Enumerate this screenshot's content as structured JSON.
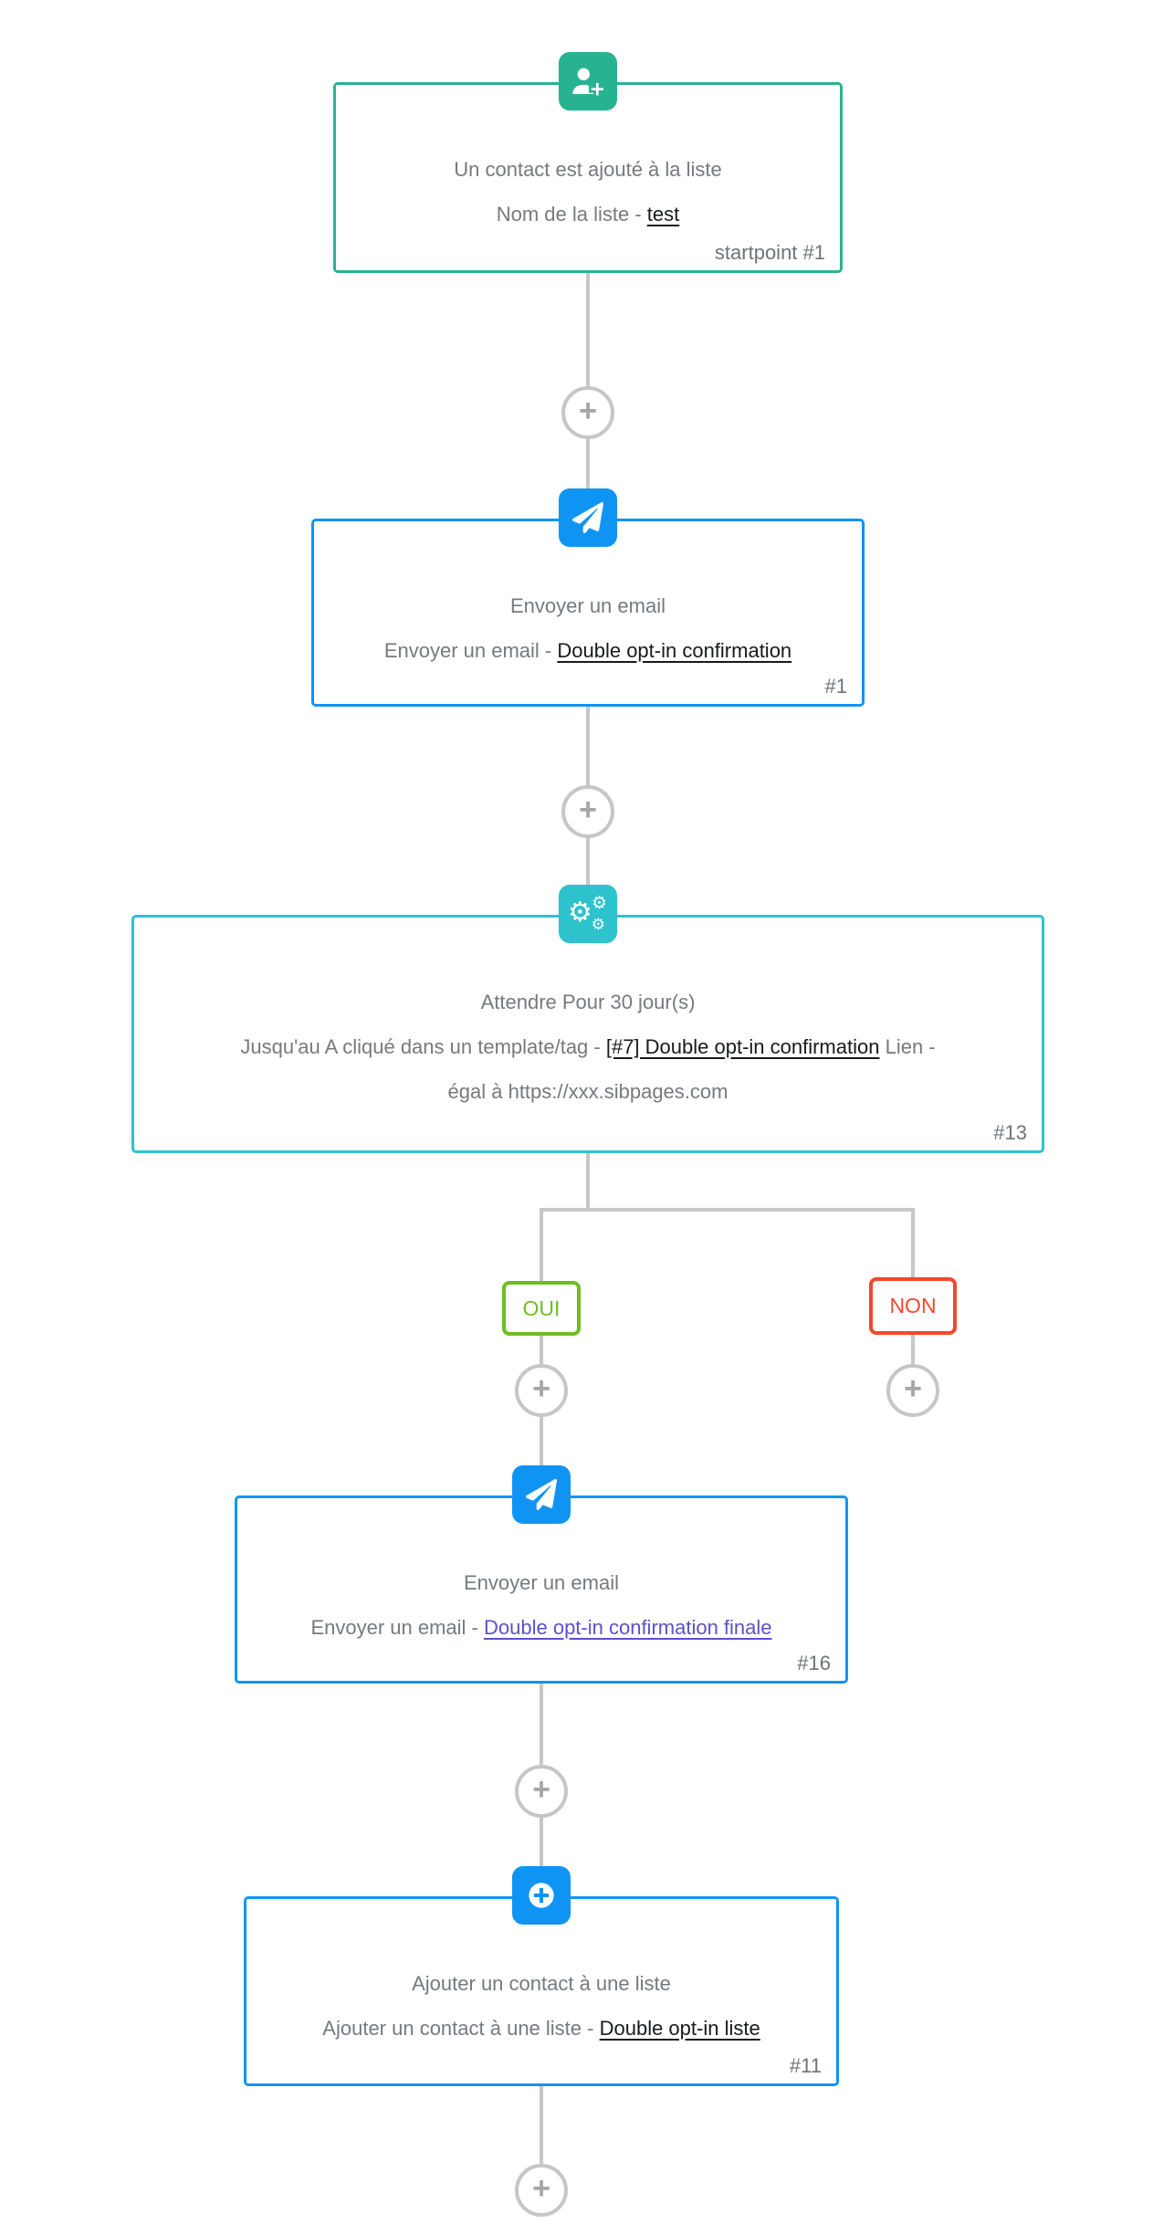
{
  "canvas": {
    "background": "#ffffff",
    "connector_color": "#c6c7c8",
    "plus_symbol": "+"
  },
  "workflow": {
    "nodes": [
      {
        "id": "startpoint-1",
        "kind": "trigger-contact-added",
        "icon": "user-plus-icon",
        "accent": "#27b392",
        "title": "Un contact est ajouté à la liste",
        "detail_prefix": "Nom de la liste - ",
        "detail_link": "test",
        "badge": "startpoint #1"
      },
      {
        "id": "email-1",
        "kind": "send-email",
        "icon": "paper-plane-icon",
        "accent": "#1094f4",
        "title": "Envoyer un email",
        "detail_prefix": "Envoyer un email - ",
        "detail_link": "Double opt-in confirmation",
        "badge": "#1"
      },
      {
        "id": "wait-13",
        "kind": "wait-until",
        "icon": "cogs-icon",
        "accent": "#2cc3cd",
        "title": "Attendre Pour 30 jour(s)",
        "detail_prefix": "Jusqu'au A cliqué dans un template/tag - ",
        "detail_link": "[#7] Double opt-in confirmation",
        "detail_suffix": " Lien -",
        "detail_line2": "égal à https://xxx.sibpages.com",
        "badge": "#13"
      },
      {
        "id": "email-16",
        "kind": "send-email",
        "icon": "paper-plane-icon",
        "accent": "#1094f4",
        "title": "Envoyer un email",
        "detail_prefix": "Envoyer un email - ",
        "detail_link": "Double opt-in confirmation finale",
        "link_color": "#5a52c9",
        "badge": "#16"
      },
      {
        "id": "addlist-11",
        "kind": "add-contact-to-list",
        "icon": "plus-circle-icon",
        "accent": "#1094f4",
        "title": "Ajouter un contact à une liste",
        "detail_prefix": "Ajouter un contact à une liste - ",
        "detail_link": "Double opt-in liste",
        "badge": "#11"
      }
    ],
    "branch": {
      "yes_label": "OUI",
      "yes_color": "#6cbe23",
      "no_label": "NON",
      "no_color": "#f3472e"
    }
  }
}
